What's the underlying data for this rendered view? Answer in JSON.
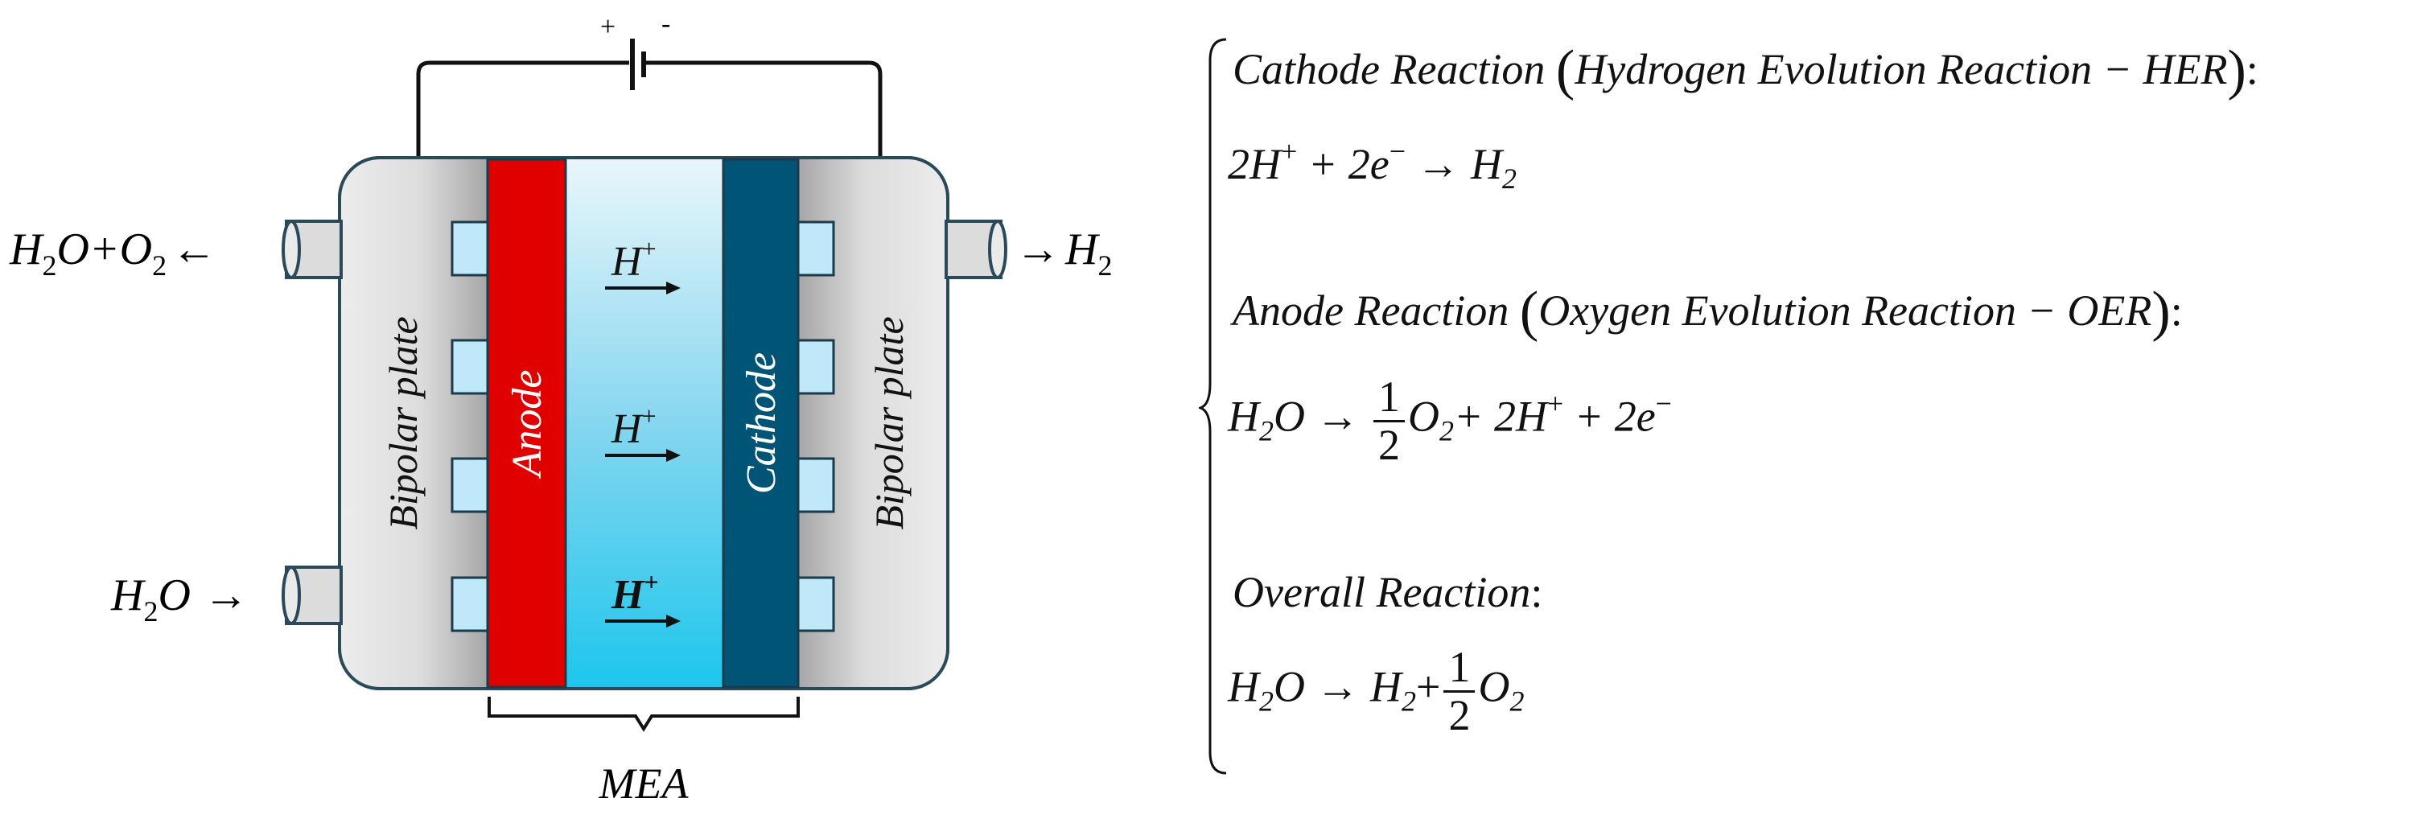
{
  "cell": {
    "battery_plus": "+",
    "battery_minus": "-",
    "left_plate_label": "Bipolar plate",
    "right_plate_label": "Bipolar plate",
    "anode_label": "Anode",
    "cathode_label": "Cathode",
    "proton_label": "H",
    "proton_charge": "+",
    "mea_label": "MEA",
    "outlet_left": {
      "a": "H",
      "a_sub": "2",
      "b": "O+O",
      "b_sub": "2",
      "arrow": "←"
    },
    "inlet_left": {
      "a": "H",
      "a_sub": "2",
      "b": "O",
      "arrow": "→"
    },
    "outlet_right": {
      "arrow": "→",
      "a": "H",
      "a_sub": "2"
    },
    "colors": {
      "anode": "#e00000",
      "cathode": "#005577",
      "membrane_top": "#e9f6fa",
      "membrane_bottom": "#1ec6ec",
      "plate": "#d9d9d9",
      "channel": "#bfe9f8"
    }
  },
  "equations": {
    "cathode": {
      "title": "Cathode Reaction",
      "paren": "Hydrogen Evolution Reaction − HER",
      "end": ":",
      "eq": {
        "t1": "2H",
        "t1_sup": "+",
        "t2": " + 2e",
        "t2_sup": "−",
        "arrow": " → ",
        "t3": "H",
        "t3_sub": "2"
      }
    },
    "anode": {
      "title": "Anode Reaction",
      "paren": "Oxygen Evolution Reaction − OER",
      "end": ":",
      "eq": {
        "t1": "H",
        "t1_sub": "2",
        "t2": "O",
        "arrow": " → ",
        "num": "1",
        "den": "2",
        "t3": "O",
        "t3_sub": "2",
        "t4": "+ 2H",
        "t4_sup": "+",
        "t5": " + 2e",
        "t5_sup": "−"
      }
    },
    "overall": {
      "title": "Overall Reaction",
      "end": ":",
      "eq": {
        "t1": "H",
        "t1_sub": "2",
        "t2": "O",
        "arrow": " → ",
        "t3": "H",
        "t3_sub": "2",
        "plus": "+",
        "num": "1",
        "den": "2",
        "t4": "O",
        "t4_sub": "2"
      }
    }
  }
}
